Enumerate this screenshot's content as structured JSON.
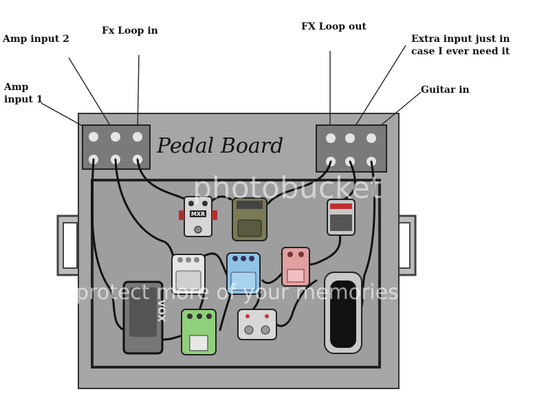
{
  "annotations": {
    "amp_input_2": "Amp input 2",
    "fx_loop_in": "Fx Loop in",
    "fx_loop_out": "FX Loop out",
    "extra_input": "Extra input just in\ncase I ever need it",
    "amp_input_1": "Amp\ninput 1",
    "guitar_in": "Guitar in"
  },
  "board_title": "Pedal Board",
  "pedal_brand_mxr": "MXR",
  "pedal_brand_vox": "VOX",
  "watermark": {
    "brand": "photobucket",
    "tagline": "protect more of your memories"
  },
  "colors": {
    "board": "#a6a6a6",
    "board_outline": "#333333",
    "jack_box": "#7a7a7a",
    "cable": "#111111",
    "pedal_green": "#8fd07a",
    "pedal_blue": "#8ec3e6",
    "pedal_pink": "#e0a0a0",
    "pedal_silver": "#d8d8d8",
    "pedal_olive": "#7b7a55"
  },
  "icons": [
    "jack-socket-icon",
    "mxr-pedal-icon",
    "wah-pedal-icon",
    "volume-pedal-icon",
    "amp-sim-pedal-icon"
  ]
}
